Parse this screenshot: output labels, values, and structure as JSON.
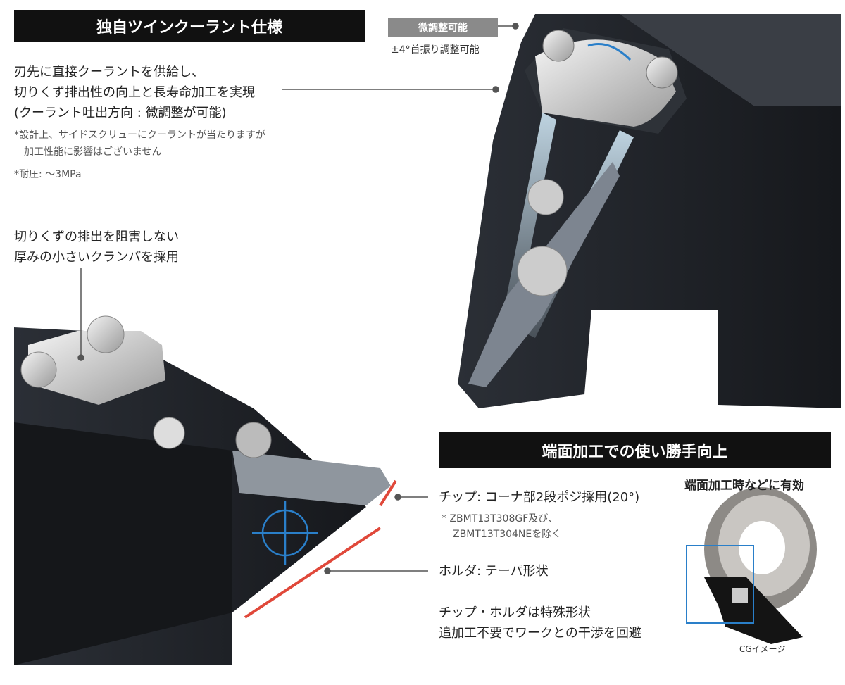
{
  "section1": {
    "title": "独自ツインクーラント仕様",
    "lines": [
      "刃先に直接クーラントを供給し、",
      "切りくず排出性の向上と長寿命加工を実現",
      "(クーラント吐出方向 : 微調整が可能)"
    ],
    "notes": [
      "*設計上、サイドスクリューにクーラントが当たりますが",
      "　加工性能に影響はございません",
      "*耐圧: 〜3MPa"
    ],
    "adjust_badge": "微調整可能",
    "adjust_caption": "±4°首振り調整可能"
  },
  "clamp_note": [
    "切りくずの排出を阻害しない",
    "厚みの小さいクランパを採用"
  ],
  "section2": {
    "title": "端面加工での使い勝手向上",
    "chip_label": "チップ: コーナ部2段ポジ採用(20°)",
    "chip_notes": [
      "* ZBMT13T308GF及び、",
      "ZBMT13T304NEを除く"
    ],
    "holder_label": "ホルダ: テーパ形状",
    "summary": [
      "チップ・ホルダは特殊形状",
      "追加工不要でワークとの干渉を回避"
    ],
    "effective_title": "端面加工時などに有効",
    "cg_caption": "CGイメージ"
  },
  "colors": {
    "accent_blue": "#2a7fc9",
    "red": "#e0483a",
    "banner": "#111111"
  }
}
